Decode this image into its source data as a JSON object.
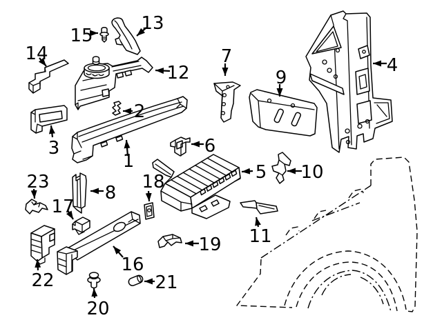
{
  "diagram": {
    "type": "exploded-parts-diagram",
    "background_color": "#ffffff",
    "line_color": "#000000",
    "reference_outline_style": "dashed",
    "callouts": [
      {
        "label": "1"
      },
      {
        "label": "2"
      },
      {
        "label": "3"
      },
      {
        "label": "4"
      },
      {
        "label": "5"
      },
      {
        "label": "6"
      },
      {
        "label": "7"
      },
      {
        "label": "8"
      },
      {
        "label": "9"
      },
      {
        "label": "10"
      },
      {
        "label": "11"
      },
      {
        "label": "12"
      },
      {
        "label": "13"
      },
      {
        "label": "14"
      },
      {
        "label": "15"
      },
      {
        "label": "16"
      },
      {
        "label": "17"
      },
      {
        "label": "18"
      },
      {
        "label": "19"
      },
      {
        "label": "20"
      },
      {
        "label": "21"
      },
      {
        "label": "22"
      },
      {
        "label": "23"
      }
    ]
  }
}
